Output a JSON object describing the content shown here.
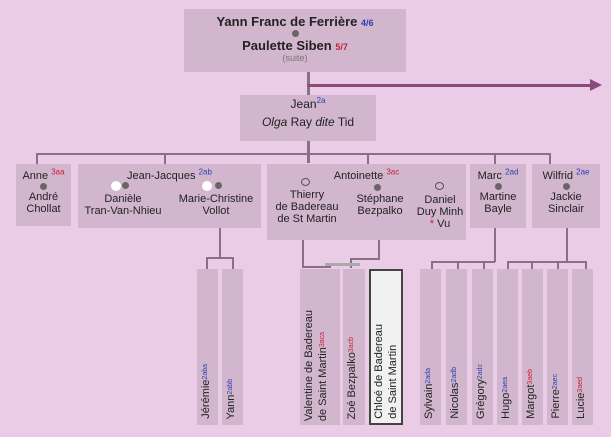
{
  "root": {
    "husband": "Yann Franc de Ferrière",
    "husband_ref": "4/6",
    "wife": "Paulette Siben",
    "wife_ref": "5/7",
    "note": "(suite)"
  },
  "gen2": {
    "name": "Jean",
    "ref": "2a",
    "spouse_pre": "Olga",
    "spouse_mid": "Ray",
    "spouse_dite": "dite",
    "spouse_post": "Tid"
  },
  "gen3": {
    "anne": {
      "name": "Anne",
      "ref": "3aa",
      "spouse1": "André",
      "spouse2": "Chollat"
    },
    "jeanjacques": {
      "name": "Jean-Jacques",
      "ref": "2ab",
      "mark_a": "a",
      "mark_b": "b",
      "spouse_a1": "Danièle",
      "spouse_a2": "Tran-Van-Nhieu",
      "spouse_b1": "Marie-Christine",
      "spouse_b2": "Vollot"
    },
    "antoinette": {
      "name": "Antoinette",
      "ref": "3ac",
      "s1_1": "Thierry",
      "s1_2": "de Badereau",
      "s1_3": "de St Martin",
      "s2_1": "Stéphane",
      "s2_2": "Bezpalko",
      "s3_1": "Daniel",
      "s3_2": "Duy Minh",
      "s3_star": "*",
      "s3_3": "Vu"
    },
    "marc": {
      "name": "Marc",
      "ref": "2ad",
      "spouse1": "Martine",
      "spouse2": "Bayle"
    },
    "wilfrid": {
      "name": "Wilfrid",
      "ref": "2ae",
      "spouse1": "Jackie",
      "spouse2": "Sinclair"
    }
  },
  "gen4": [
    {
      "name": "Jérémie",
      "ref": "2aba"
    },
    {
      "name": "Yann",
      "ref": "2abb"
    },
    {
      "name1": "Valentine de Badereau",
      "name2": "de Saint Martin",
      "ref": "3aca"
    },
    {
      "name": "Zoé Bezpalko",
      "ref": "3acb"
    },
    {
      "name1": "Chloé de Badereau",
      "name2": "de Saint Martin"
    },
    {
      "name": "Sylvain",
      "ref": "2ada"
    },
    {
      "name": "Nicolas",
      "ref": "2adb"
    },
    {
      "name": "Grégory",
      "ref": "2adc"
    },
    {
      "name": "Hugo",
      "ref": "2aea"
    },
    {
      "name": "Margot",
      "ref": "3aeb"
    },
    {
      "name": "Pierre",
      "ref": "2aec"
    },
    {
      "name": "Lucie",
      "ref": "3aed"
    }
  ],
  "colors": {
    "background": "#ebcce6",
    "box": "#d2b6cd",
    "line": "#8a6f88",
    "ref_blue": "#2b3fb0",
    "ref_red": "#c4223a",
    "arrow": "#8a4a7c"
  }
}
